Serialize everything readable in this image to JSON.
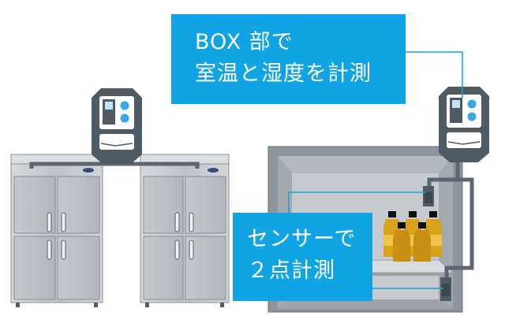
{
  "callouts": {
    "box": {
      "line1": "BOX 部で",
      "line2": "室温と湿度を計測"
    },
    "sensor": {
      "line1": "センサーで",
      "line2": "２点計測"
    }
  },
  "colors": {
    "callout_bg": "#11A4E4",
    "callout_text": "#FFFFFF",
    "device_body": "#4F5A62",
    "device_button": "#3AA6E6",
    "fridge_steel": "#C9CCCF",
    "cabinet_gray": "#8E949B",
    "bottle_amber": "#D9A21B",
    "bottle_cap": "#111111",
    "cable": "#5C6670",
    "leader_line": "#11A4E4"
  },
  "icons": [
    "monitor-device-icon",
    "temperature-sensor-icon",
    "refrigerator-icon",
    "bottle-icon"
  ]
}
